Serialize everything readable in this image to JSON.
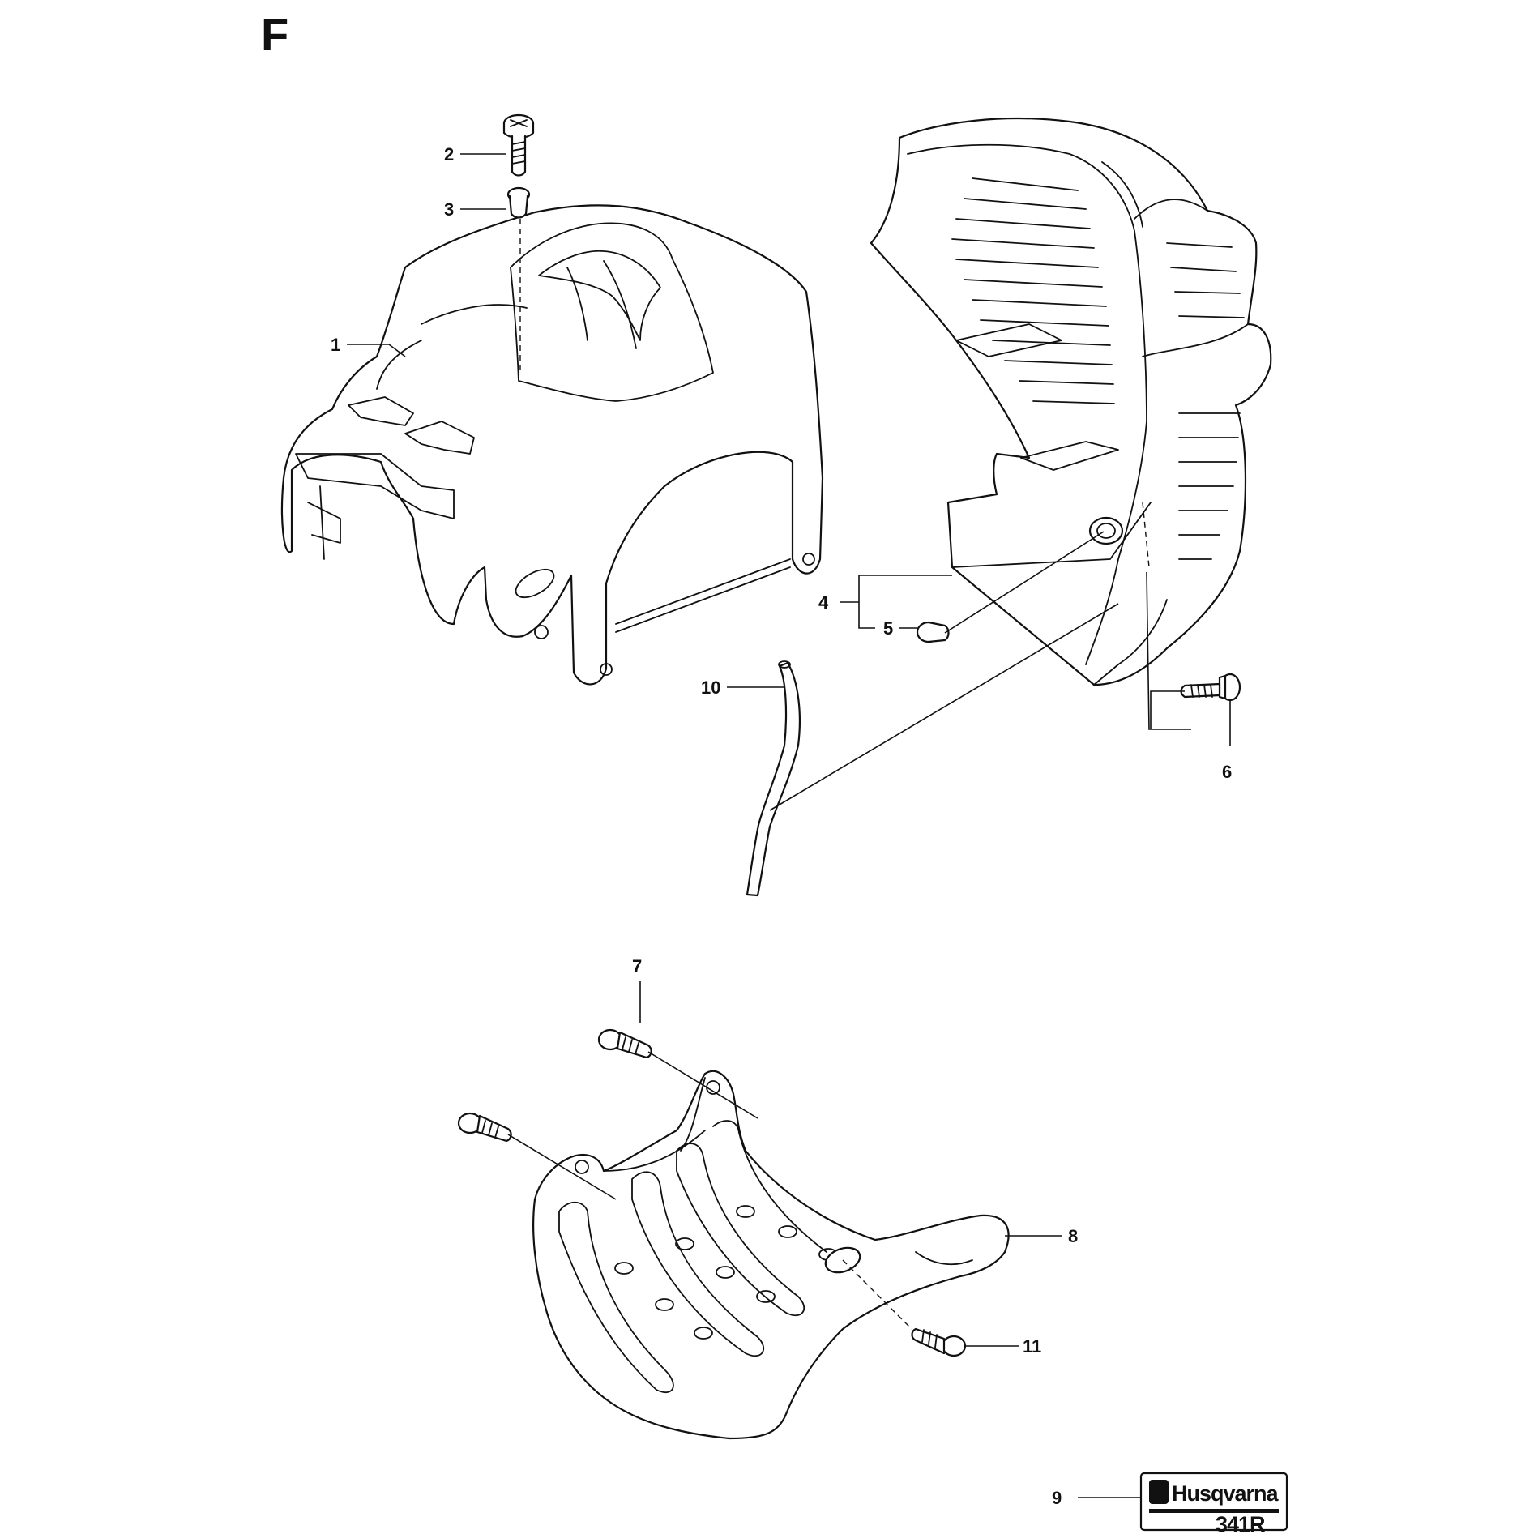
{
  "section_letter": "F",
  "callouts": {
    "c1": "1",
    "c2": "2",
    "c3": "3",
    "c4": "4",
    "c5": "5",
    "c6": "6",
    "c7": "7",
    "c8": "8",
    "c9": "9",
    "c10": "10",
    "c11": "11"
  },
  "decal": {
    "brand": "Husqvarna",
    "model_partial": "341R"
  }
}
